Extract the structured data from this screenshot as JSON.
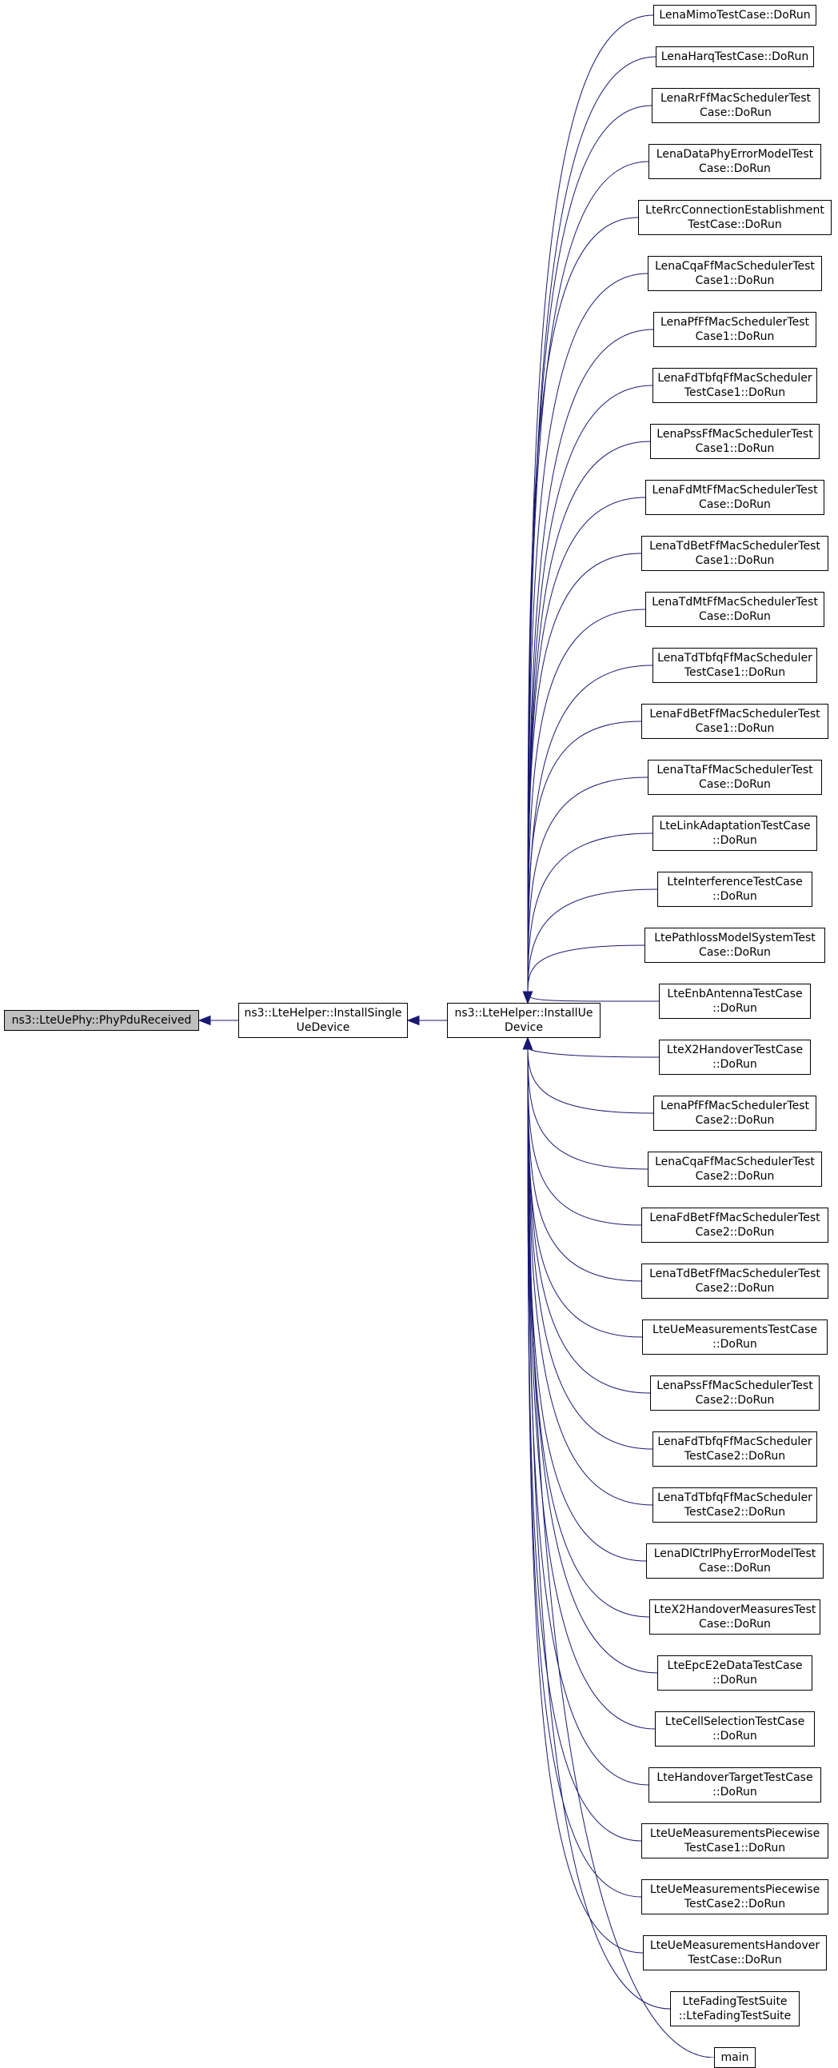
{
  "graph": {
    "edge_color": "#191970",
    "root_fill": "#bfbfbf",
    "nodes": [
      {
        "id": "root",
        "lines": [
          "ns3::LteUePhy::PhyPduReceived"
        ]
      },
      {
        "id": "single",
        "lines": [
          "ns3::LteHelper::InstallSingle",
          "UeDevice"
        ]
      },
      {
        "id": "installue",
        "lines": [
          "ns3::LteHelper::InstallUe",
          "Device"
        ]
      },
      {
        "id": "c0",
        "lines": [
          "LenaMimoTestCase::DoRun"
        ]
      },
      {
        "id": "c1",
        "lines": [
          "LenaHarqTestCase::DoRun"
        ]
      },
      {
        "id": "c2",
        "lines": [
          "LenaRrFfMacSchedulerTest",
          "Case::DoRun"
        ]
      },
      {
        "id": "c3",
        "lines": [
          "LenaDataPhyErrorModelTest",
          "Case::DoRun"
        ]
      },
      {
        "id": "c4",
        "lines": [
          "LteRrcConnectionEstablishment",
          "TestCase::DoRun"
        ]
      },
      {
        "id": "c5",
        "lines": [
          "LenaCqaFfMacSchedulerTest",
          "Case1::DoRun"
        ]
      },
      {
        "id": "c6",
        "lines": [
          "LenaPfFfMacSchedulerTest",
          "Case1::DoRun"
        ]
      },
      {
        "id": "c7",
        "lines": [
          "LenaFdTbfqFfMacScheduler",
          "TestCase1::DoRun"
        ]
      },
      {
        "id": "c8",
        "lines": [
          "LenaPssFfMacSchedulerTest",
          "Case1::DoRun"
        ]
      },
      {
        "id": "c9",
        "lines": [
          "LenaFdMtFfMacSchedulerTest",
          "Case::DoRun"
        ]
      },
      {
        "id": "c10",
        "lines": [
          "LenaTdBetFfMacSchedulerTest",
          "Case1::DoRun"
        ]
      },
      {
        "id": "c11",
        "lines": [
          "LenaTdMtFfMacSchedulerTest",
          "Case::DoRun"
        ]
      },
      {
        "id": "c12",
        "lines": [
          "LenaTdTbfqFfMacScheduler",
          "TestCase1::DoRun"
        ]
      },
      {
        "id": "c13",
        "lines": [
          "LenaFdBetFfMacSchedulerTest",
          "Case1::DoRun"
        ]
      },
      {
        "id": "c14",
        "lines": [
          "LenaTtaFfMacSchedulerTest",
          "Case::DoRun"
        ]
      },
      {
        "id": "c15",
        "lines": [
          "LteLinkAdaptationTestCase",
          "::DoRun"
        ]
      },
      {
        "id": "c16",
        "lines": [
          "LteInterferenceTestCase",
          "::DoRun"
        ]
      },
      {
        "id": "c17",
        "lines": [
          "LtePathlossModelSystemTest",
          "Case::DoRun"
        ]
      },
      {
        "id": "c18",
        "lines": [
          "LteEnbAntennaTestCase",
          "::DoRun"
        ]
      },
      {
        "id": "c19",
        "lines": [
          "LteX2HandoverTestCase",
          "::DoRun"
        ]
      },
      {
        "id": "c20",
        "lines": [
          "LenaPfFfMacSchedulerTest",
          "Case2::DoRun"
        ]
      },
      {
        "id": "c21",
        "lines": [
          "LenaCqaFfMacSchedulerTest",
          "Case2::DoRun"
        ]
      },
      {
        "id": "c22",
        "lines": [
          "LenaFdBetFfMacSchedulerTest",
          "Case2::DoRun"
        ]
      },
      {
        "id": "c23",
        "lines": [
          "LenaTdBetFfMacSchedulerTest",
          "Case2::DoRun"
        ]
      },
      {
        "id": "c24",
        "lines": [
          "LteUeMeasurementsTestCase",
          "::DoRun"
        ]
      },
      {
        "id": "c25",
        "lines": [
          "LenaPssFfMacSchedulerTest",
          "Case2::DoRun"
        ]
      },
      {
        "id": "c26",
        "lines": [
          "LenaFdTbfqFfMacScheduler",
          "TestCase2::DoRun"
        ]
      },
      {
        "id": "c27",
        "lines": [
          "LenaTdTbfqFfMacScheduler",
          "TestCase2::DoRun"
        ]
      },
      {
        "id": "c28",
        "lines": [
          "LenaDlCtrlPhyErrorModelTest",
          "Case::DoRun"
        ]
      },
      {
        "id": "c29",
        "lines": [
          "LteX2HandoverMeasuresTest",
          "Case::DoRun"
        ]
      },
      {
        "id": "c30",
        "lines": [
          "LteEpcE2eDataTestCase",
          "::DoRun"
        ]
      },
      {
        "id": "c31",
        "lines": [
          "LteCellSelectionTestCase",
          "::DoRun"
        ]
      },
      {
        "id": "c32",
        "lines": [
          "LteHandoverTargetTestCase",
          "::DoRun"
        ]
      },
      {
        "id": "c33",
        "lines": [
          "LteUeMeasurementsPiecewise",
          "TestCase1::DoRun"
        ]
      },
      {
        "id": "c34",
        "lines": [
          "LteUeMeasurementsPiecewise",
          "TestCase2::DoRun"
        ]
      },
      {
        "id": "c35",
        "lines": [
          "LteUeMeasurementsHandover",
          "TestCase::DoRun"
        ]
      },
      {
        "id": "c36",
        "lines": [
          "LteFadingTestSuite",
          "::LteFadingTestSuite"
        ]
      },
      {
        "id": "c37",
        "lines": [
          "main"
        ]
      }
    ],
    "edges": [
      [
        "single",
        "root"
      ],
      [
        "installue",
        "single"
      ],
      [
        "c0",
        "installue"
      ],
      [
        "c1",
        "installue"
      ],
      [
        "c2",
        "installue"
      ],
      [
        "c3",
        "installue"
      ],
      [
        "c4",
        "installue"
      ],
      [
        "c5",
        "installue"
      ],
      [
        "c6",
        "installue"
      ],
      [
        "c7",
        "installue"
      ],
      [
        "c8",
        "installue"
      ],
      [
        "c9",
        "installue"
      ],
      [
        "c10",
        "installue"
      ],
      [
        "c11",
        "installue"
      ],
      [
        "c12",
        "installue"
      ],
      [
        "c13",
        "installue"
      ],
      [
        "c14",
        "installue"
      ],
      [
        "c15",
        "installue"
      ],
      [
        "c16",
        "installue"
      ],
      [
        "c17",
        "installue"
      ],
      [
        "c18",
        "installue"
      ],
      [
        "c19",
        "installue"
      ],
      [
        "c20",
        "installue"
      ],
      [
        "c21",
        "installue"
      ],
      [
        "c22",
        "installue"
      ],
      [
        "c23",
        "installue"
      ],
      [
        "c24",
        "installue"
      ],
      [
        "c25",
        "installue"
      ],
      [
        "c26",
        "installue"
      ],
      [
        "c27",
        "installue"
      ],
      [
        "c28",
        "installue"
      ],
      [
        "c29",
        "installue"
      ],
      [
        "c30",
        "installue"
      ],
      [
        "c31",
        "installue"
      ],
      [
        "c32",
        "installue"
      ],
      [
        "c33",
        "installue"
      ],
      [
        "c34",
        "installue"
      ],
      [
        "c35",
        "installue"
      ],
      [
        "c36",
        "installue"
      ],
      [
        "c37",
        "installue"
      ]
    ]
  }
}
